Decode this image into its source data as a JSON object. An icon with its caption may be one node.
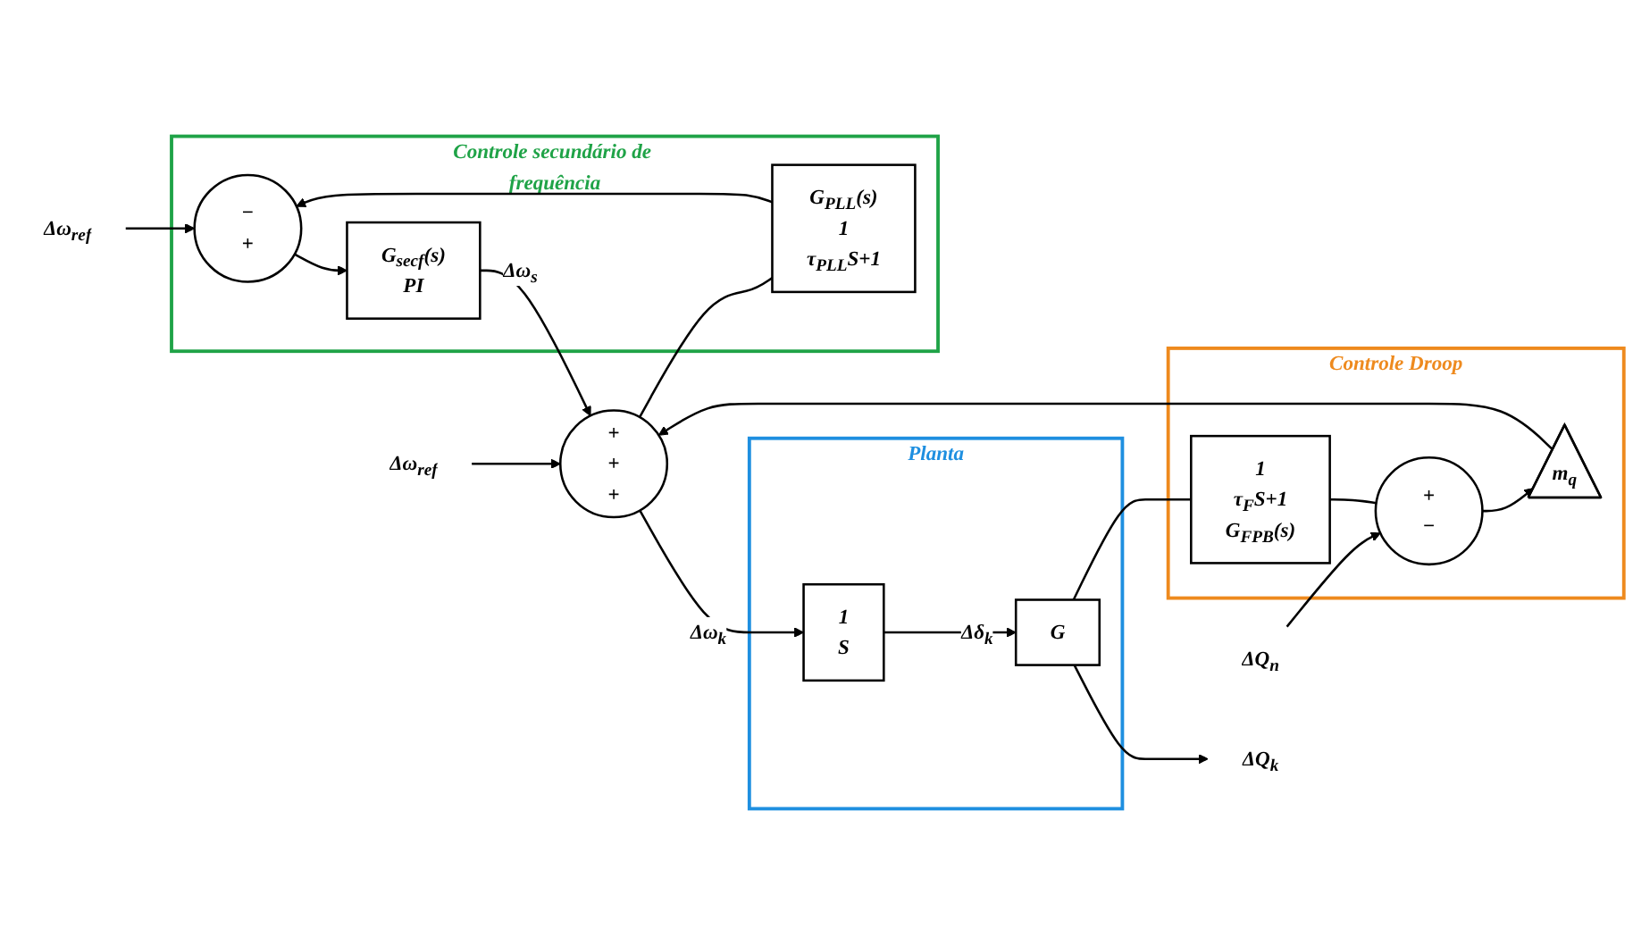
{
  "diagram": {
    "nodes": [
      {
        "text": [
          "Controle secundário de frequência"
        ]
      },
      {
        "text": [
          "−",
          "+"
        ],
        "in": 0
      },
      {
        "text": [
          "G$_{secf}$(s)",
          "PI"
        ],
        "in": 0
      },
      {
        "text": [
          "G$_{PLL}$(s)",
          "1",
          "τ$_{PLL}$S+1"
        ],
        "in": 0
      },
      {
        "text": [
          "Δω$_{ref}$"
        ]
      },
      {
        "text": [
          "+",
          "+",
          "+"
        ]
      },
      {
        "text": [
          "Δω$_{ref}$"
        ]
      },
      {
        "text": [
          "Planta"
        ]
      },
      {
        "text": [
          "1",
          "S"
        ],
        "in": 7
      },
      {
        "text": [
          "G"
        ],
        "in": 7
      },
      {
        "text": [
          "ΔQ$_{k}$"
        ]
      },
      {
        "text": [
          "Controle Droop"
        ]
      },
      {
        "text": [
          "1",
          "τ$_{F}$S+1",
          "G$_{FPB}$(s)"
        ],
        "in": 11
      },
      {
        "text": [
          "+",
          "−"
        ],
        "in": 11
      },
      {
        "text": [
          "m$_{q}$"
        ],
        "in": 11
      },
      {
        "text": [
          "ΔQ$_{n}$"
        ]
      }
    ],
    "edges": [
      {
        "from": 4,
        "to": 1,
        "arrow": "to"
      },
      {
        "from": 3,
        "to": 1,
        "arrow": "to"
      },
      {
        "from": 1,
        "to": 2,
        "arrow": "to"
      },
      {
        "from": 2,
        "to": 5,
        "arrow": "to",
        "label": "Δω$_{s}$"
      },
      {
        "from": 6,
        "to": 5,
        "arrow": "to"
      },
      {
        "from": 5,
        "to": 8,
        "arrow": "to",
        "label": "Δω$_{k}$"
      },
      {
        "from": 5,
        "to": 3,
        "arrow": "none"
      },
      {
        "from": 8,
        "to": 9,
        "arrow": "to",
        "label": "Δδ$_{k}$"
      },
      {
        "from": 9,
        "to": 10,
        "arrow": "to"
      },
      {
        "from": 9,
        "to": 12,
        "arrow": "none"
      },
      {
        "from": 12,
        "to": 13,
        "arrow": "none"
      },
      {
        "from": 15,
        "to": 13,
        "arrow": "to"
      },
      {
        "from": 13,
        "to": 14,
        "arrow": "to"
      },
      {
        "from": 14,
        "to": 5,
        "arrow": "to"
      }
    ]
  }
}
